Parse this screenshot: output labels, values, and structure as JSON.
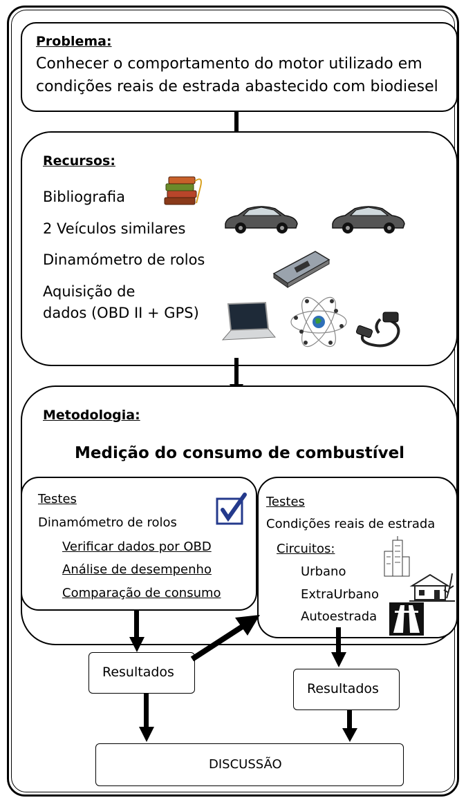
{
  "problema": {
    "heading": "Problema:",
    "line1": "Conhecer o comportamento do motor utilizado em",
    "line2": "condições reais de estrada abastecido com biodiesel"
  },
  "recursos": {
    "heading": "Recursos:",
    "item1": "Bibliografia",
    "item2": "2 Veículos similares",
    "item3": "Dinamómetro de rolos",
    "item4_line1": "Aquisição de",
    "item4_line2": "dados (OBD II + GPS)"
  },
  "metodologia": {
    "heading": "Metodologia:",
    "title": "Medição do consumo de combustível",
    "left": {
      "heading": "Testes",
      "subtitle": "Dinamómetro de rolos",
      "items": [
        "Verificar dados por OBD",
        "Análise de desempenho",
        "Comparação de consumo"
      ]
    },
    "right": {
      "heading": "Testes",
      "subtitle": "Condições reais de estrada",
      "circuits_label": "Circuitos:",
      "circuits": [
        "Urbano",
        "ExtraUrbano",
        "Autoestrada"
      ]
    }
  },
  "results": {
    "left": "Resultados",
    "right": "Resultados"
  },
  "discussao": "DISCUSSÃO",
  "icons": [
    "books-icon",
    "car-icon",
    "car-icon",
    "roller-dynamometer-icon",
    "laptop-icon",
    "satellite-network-icon",
    "obd-cable-icon",
    "checkbox-icon",
    "city-buildings-icon",
    "house-icon",
    "highway-icon"
  ]
}
